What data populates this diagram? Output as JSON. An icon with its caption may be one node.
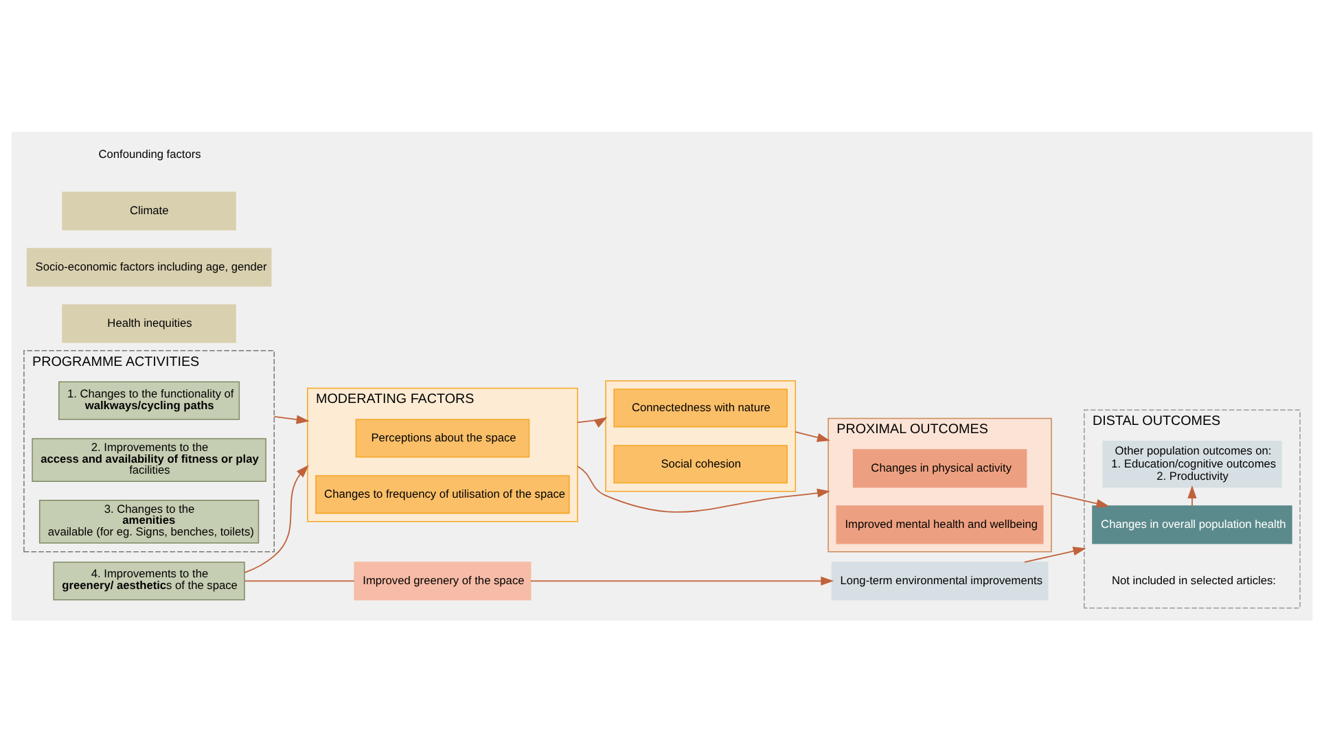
{
  "diagram": {
    "nodes": [
      {
        "text": [
          "PROGRAMME ACTIVITIES"
        ]
      },
      {
        "text": [
          "1. Changes to the functionality of **walkways/cycling paths**"
        ],
        "in": 0
      },
      {
        "text": [
          "2. Improvements to the **access and availability of fitness or play** facilities"
        ],
        "in": 0
      },
      {
        "text": [
          "3. Changes to the **amenities** available (for eg. Signs, benches, toilets)"
        ],
        "in": 0
      },
      {
        "text": [
          "4. Improvements to the **greenery/ aesthetic**s of the space"
        ]
      },
      {
        "text": [
          "MODERATING FACTORS"
        ]
      },
      {
        "text": [
          "Perceptions about the space"
        ],
        "in": 5
      },
      {
        "text": [
          "Changes to frequency of utilisation of the space"
        ],
        "in": 5
      },
      {
        "text": [],
        "shape": "box"
      },
      {
        "text": [
          "Connectedness with nature"
        ],
        "in": 8
      },
      {
        "text": [
          "Social cohesion"
        ],
        "in": 8
      },
      {
        "text": [
          "PROXIMAL OUTCOMES"
        ]
      },
      {
        "text": [
          "Changes in physical activity"
        ],
        "in": 11
      },
      {
        "text": [
          "Improved mental health and wellbeing"
        ],
        "in": 11
      },
      {
        "text": [
          "Improved greenery of the space"
        ]
      },
      {
        "text": [
          "DISTAL OUTCOMES"
        ]
      },
      {
        "text": [
          "Changes in overall population health"
        ],
        "in": 15
      },
      {
        "text": [
          "Not included in selected articles:"
        ],
        "in": 15
      },
      {
        "text": [
          "Other population outcomes on:",
          "1. Education/cognitive outcomes",
          "2. Productivity"
        ],
        "in": 15
      },
      {
        "text": [
          "Long-term environmental improvements"
        ]
      },
      {
        "text": [
          "Health inequities"
        ]
      },
      {
        "text": [
          "Socio-economic factors including age, gender"
        ]
      },
      {
        "text": [
          "Climate"
        ]
      }
    ],
    "edges": [
      {
        "from": 0,
        "to": 5,
        "arrow": "to"
      },
      {
        "from": 4,
        "to": 5,
        "arrow": "to"
      },
      {
        "from": 5,
        "to": 8,
        "arrow": "to"
      },
      {
        "from": 5,
        "to": 11,
        "arrow": "to"
      },
      {
        "from": 8,
        "to": 11,
        "arrow": "to"
      },
      {
        "from": 11,
        "to": 16,
        "arrow": "to"
      },
      {
        "from": 16,
        "to": 18,
        "arrow": "to"
      },
      {
        "from": 4,
        "to": 14,
        "arrow": "none"
      },
      {
        "from": 14,
        "to": 19,
        "arrow": "to"
      },
      {
        "from": 19,
        "to": 15,
        "arrow": "to"
      }
    ],
    "labels": [
      "Confounding factors"
    ]
  }
}
